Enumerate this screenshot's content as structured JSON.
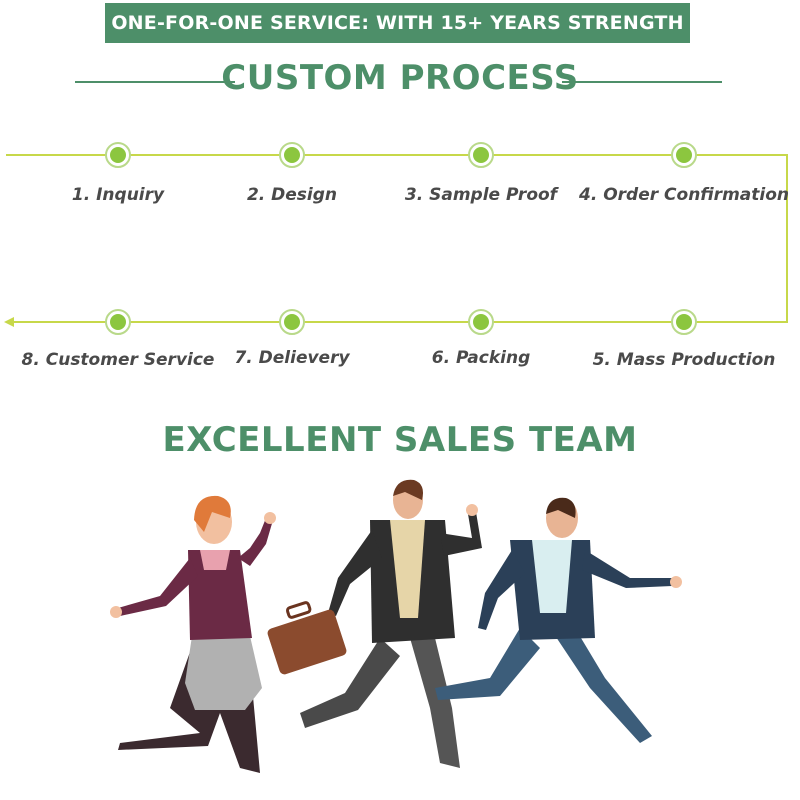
{
  "banner": {
    "text": "ONE-FOR-ONE SERVICE:  WITH 15+ YEARS STRENGTH"
  },
  "process": {
    "title": "CUSTOM PROCESS",
    "steps_top": [
      {
        "label": "1.  Inquiry"
      },
      {
        "label": "2.  Design"
      },
      {
        "label": "3.  Sample Proof"
      },
      {
        "label": "4.  Order Confirmation"
      }
    ],
    "steps_bottom": [
      {
        "label": "8.  Customer Service"
      },
      {
        "label": "7.  Delievery"
      },
      {
        "label": "6.  Packing"
      },
      {
        "label": "5.  Mass Production"
      }
    ]
  },
  "team": {
    "title": "EXCELLENT SALES TEAM"
  },
  "colors": {
    "brand_green": "#4d8f69",
    "flow_line": "#c7d84a",
    "dot": "#8cc63f",
    "text": "#4a4a4a"
  }
}
